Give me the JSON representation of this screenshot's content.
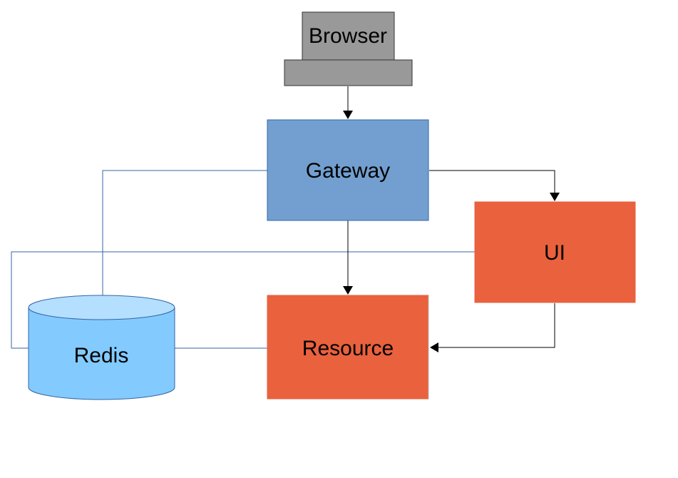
{
  "diagram": {
    "nodes": {
      "browser": {
        "label": "Browser",
        "shape": "terminal-monitor",
        "color": "#999999"
      },
      "gateway": {
        "label": "Gateway",
        "shape": "rectangle",
        "color": "#729fcf"
      },
      "ui": {
        "label": "UI",
        "shape": "rectangle",
        "color": "#e9613d"
      },
      "resource": {
        "label": "Resource",
        "shape": "rectangle",
        "color": "#e9613d"
      },
      "redis": {
        "label": "Redis",
        "shape": "cylinder",
        "color": "#83caff",
        "top_color": "#b4dfff"
      }
    },
    "edges": [
      {
        "from": "browser",
        "to": "gateway",
        "arrow": true
      },
      {
        "from": "gateway",
        "to": "ui",
        "arrow": true
      },
      {
        "from": "gateway",
        "to": "resource",
        "arrow": true
      },
      {
        "from": "ui",
        "to": "resource",
        "arrow": true
      },
      {
        "from": "gateway",
        "to": "redis",
        "arrow": false
      },
      {
        "from": "ui",
        "to": "redis",
        "arrow": false
      },
      {
        "from": "resource",
        "to": "redis",
        "arrow": false
      }
    ],
    "colors": {
      "connector_line": "#3465a4",
      "arrow_line": "#000000"
    }
  }
}
